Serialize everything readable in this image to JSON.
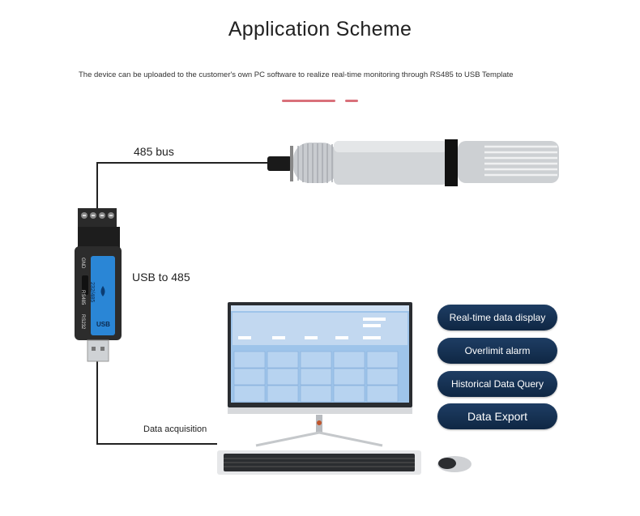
{
  "header": {
    "title": "Application Scheme",
    "subtitle": "The device can be uploaded to the customer's own PC software to realize real-time monitoring through RS485 to USB Template"
  },
  "diagram": {
    "bus_label": "485 bus",
    "converter_label": "USB to 485",
    "acquisition_label": "Data acquisition",
    "converter_text": {
      "brand_text": "232/485",
      "usb_text": "USB",
      "side_text_1": "GND",
      "side_text_2": "RS485",
      "side_text_3": "RS232"
    }
  },
  "features": [
    {
      "label": "Real-time data display"
    },
    {
      "label": "Overlimit alarm"
    },
    {
      "label": "Historical Data Query"
    },
    {
      "label": "Data Export"
    }
  ],
  "colors": {
    "accent_line": "#d9707a",
    "pill_bg": "#15304f",
    "screen_bg": "#9ec4ea",
    "converter_blue": "#2a86d6"
  }
}
